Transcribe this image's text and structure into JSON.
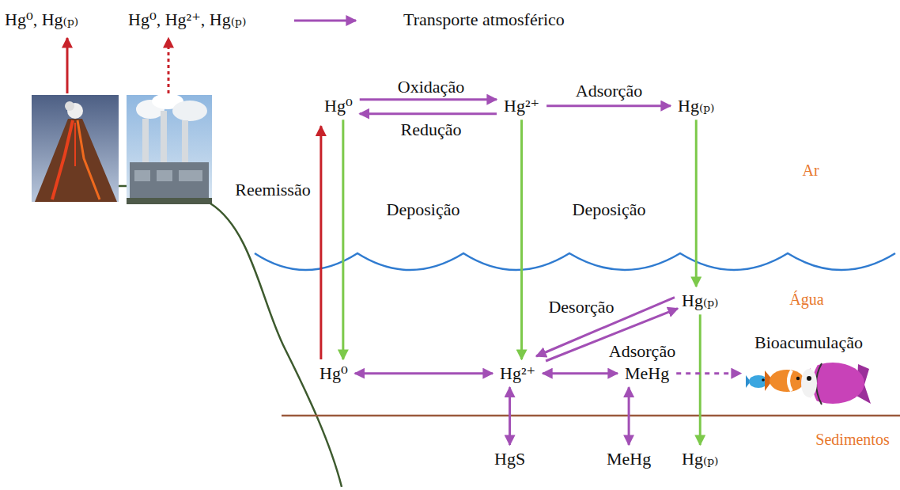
{
  "diagram": {
    "nodes": [
      {
        "text": [
          "Hg⁰"
        ]
      },
      {
        "text": [
          "Hg²⁺"
        ]
      },
      {
        "text": [
          "Hg₍ₚ₎"
        ]
      },
      {
        "text": [
          "Hg₍ₚ₎"
        ]
      },
      {
        "text": [
          "Hg⁰"
        ]
      },
      {
        "text": [
          "Hg²⁺"
        ]
      },
      {
        "text": [
          "MeHg"
        ]
      },
      {
        "text": [
          "HgS"
        ]
      },
      {
        "text": [
          "MeHg"
        ]
      },
      {
        "text": [
          "Hg₍ₚ₎"
        ]
      },
      {
        "text": [
          "Bioacumulação"
        ]
      }
    ],
    "edges": [
      {
        "from": 0,
        "to": 1,
        "arrow": "to",
        "label": "Oxidação"
      },
      {
        "from": 1,
        "to": 0,
        "arrow": "to",
        "label": "Redução"
      },
      {
        "from": 1,
        "to": 2,
        "arrow": "to",
        "label": "Adsorção"
      },
      {
        "from": 0,
        "to": 4,
        "arrow": "to"
      },
      {
        "from": 4,
        "to": 0,
        "arrow": "to",
        "label": "Reemissão"
      },
      {
        "from": 1,
        "to": 5,
        "arrow": "to"
      },
      {
        "from": 2,
        "to": 3,
        "arrow": "to"
      },
      {
        "from": 3,
        "to": 5,
        "arrow": "to",
        "label": "Desorção"
      },
      {
        "from": 5,
        "to": 3,
        "arrow": "to",
        "label": "Adsorção"
      },
      {
        "from": 4,
        "to": 5,
        "arrow": "both"
      },
      {
        "from": 5,
        "to": 6,
        "arrow": "both"
      },
      {
        "from": 5,
        "to": 7,
        "arrow": "both"
      },
      {
        "from": 6,
        "to": 8,
        "arrow": "both"
      },
      {
        "from": 3,
        "to": 9,
        "arrow": "to"
      },
      {
        "from": 6,
        "to": 10,
        "arrow": "to"
      }
    ],
    "labels": [
      "Hg⁰, Hg₍ₚ₎",
      "Hg⁰, Hg²⁺, Hg₍ₚ₎",
      "Deposição",
      "Deposição",
      "Ar",
      "Água",
      "Sedimentos"
    ],
    "legend": [
      {
        "text": "Transporte atmosférico"
      }
    ]
  }
}
